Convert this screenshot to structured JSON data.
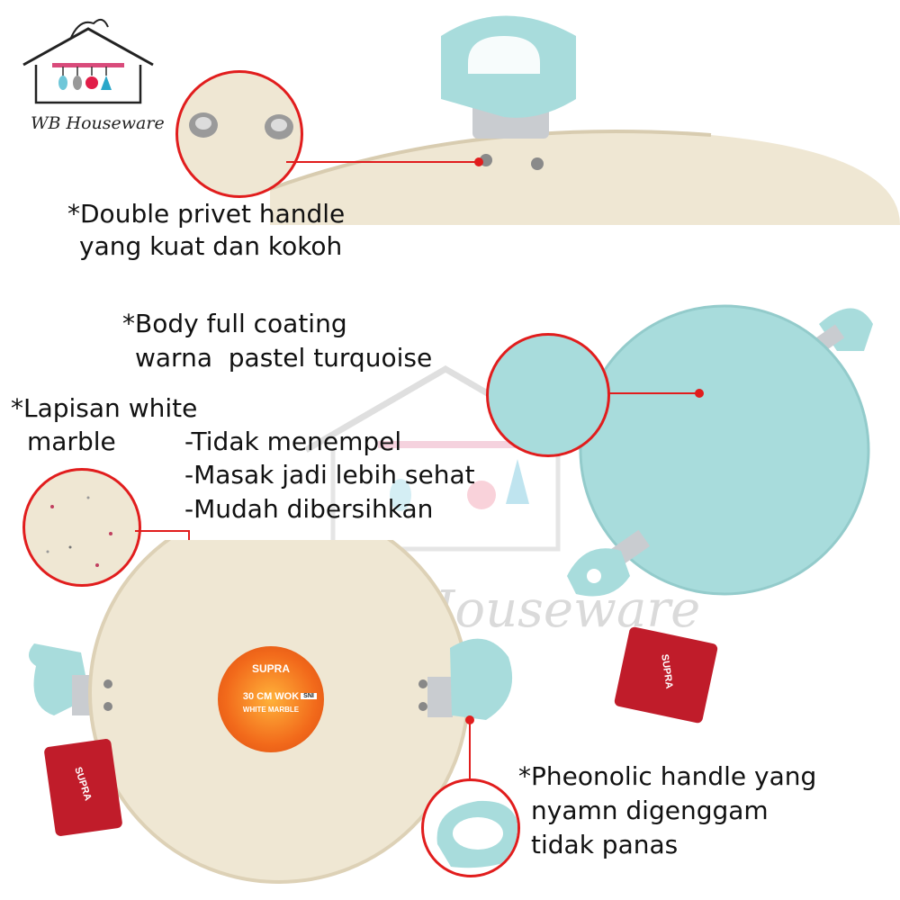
{
  "brand": {
    "logo_text": "WB Houseware",
    "watermark_text": "WB Houseware"
  },
  "captions": {
    "rivet": [
      "*Double privet handle",
      "yang kuat dan kokoh"
    ],
    "body": [
      "*Body full coating",
      "warna  pastel turquoise"
    ],
    "lapisan": [
      "*Lapisan white",
      "marble"
    ],
    "benefits": [
      "-Tidak menempel",
      "-Masak jadi lebih sehat",
      "-Mudah dibersihkan"
    ],
    "handle": [
      "*Pheonolic handle yang",
      "nyamn digenggam",
      "tidak panas"
    ]
  },
  "product_label": {
    "brand": "SUPRA",
    "size": "30 CM WOK",
    "variant": "WHITE MARBLE",
    "badge": "SNI"
  },
  "colors": {
    "accent_red": "#e11d1d",
    "turquoise": "#a8dcdc",
    "marble": "#efe7d3",
    "label_orange": "#f26a1b"
  }
}
